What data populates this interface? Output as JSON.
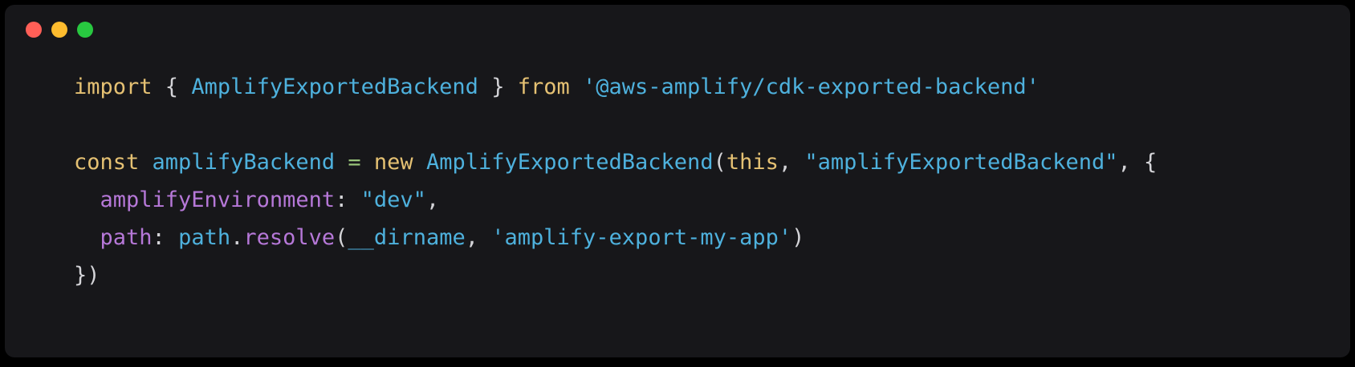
{
  "window": {
    "background": "#17171a",
    "frame": "#000000",
    "traffic_lights": [
      {
        "name": "close-button",
        "color": "#ff5f57"
      },
      {
        "name": "minimize-button",
        "color": "#febc2e"
      },
      {
        "name": "zoom-button",
        "color": "#28c840"
      }
    ]
  },
  "code": {
    "colors": {
      "keyword": "#e5c173",
      "identifier": "#4eb1dd",
      "string": "#4eb1dd",
      "property": "#b678d8",
      "method": "#b678d8",
      "operator": "#98c379",
      "punctuation": "#d4d4d8"
    },
    "lines": [
      {
        "tokens": [
          {
            "t": "import ",
            "c": "keyword"
          },
          {
            "t": "{ ",
            "c": "punctuation"
          },
          {
            "t": "AmplifyExportedBackend",
            "c": "identifier"
          },
          {
            "t": " } ",
            "c": "punctuation"
          },
          {
            "t": "from ",
            "c": "keyword"
          },
          {
            "t": "'@aws-amplify/cdk-exported-backend'",
            "c": "string"
          }
        ]
      },
      {
        "tokens": []
      },
      {
        "tokens": [
          {
            "t": "const ",
            "c": "keyword"
          },
          {
            "t": "amplifyBackend",
            "c": "identifier"
          },
          {
            "t": " ",
            "c": "punctuation"
          },
          {
            "t": "=",
            "c": "operator"
          },
          {
            "t": " ",
            "c": "punctuation"
          },
          {
            "t": "new ",
            "c": "keyword"
          },
          {
            "t": "AmplifyExportedBackend",
            "c": "identifier"
          },
          {
            "t": "(",
            "c": "punctuation"
          },
          {
            "t": "this",
            "c": "keyword"
          },
          {
            "t": ", ",
            "c": "punctuation"
          },
          {
            "t": "\"amplifyExportedBackend\"",
            "c": "string"
          },
          {
            "t": ", {",
            "c": "punctuation"
          }
        ]
      },
      {
        "tokens": [
          {
            "t": "  ",
            "c": "punctuation"
          },
          {
            "t": "amplifyEnvironment",
            "c": "property"
          },
          {
            "t": ": ",
            "c": "punctuation"
          },
          {
            "t": "\"dev\"",
            "c": "string"
          },
          {
            "t": ",",
            "c": "punctuation"
          }
        ]
      },
      {
        "tokens": [
          {
            "t": "  ",
            "c": "punctuation"
          },
          {
            "t": "path",
            "c": "property"
          },
          {
            "t": ": ",
            "c": "punctuation"
          },
          {
            "t": "path",
            "c": "identifier"
          },
          {
            "t": ".",
            "c": "punctuation"
          },
          {
            "t": "resolve",
            "c": "method"
          },
          {
            "t": "(",
            "c": "punctuation"
          },
          {
            "t": "__dirname",
            "c": "identifier"
          },
          {
            "t": ", ",
            "c": "punctuation"
          },
          {
            "t": "'amplify-export-my-app'",
            "c": "string"
          },
          {
            "t": ")",
            "c": "punctuation"
          }
        ]
      },
      {
        "tokens": [
          {
            "t": "})",
            "c": "punctuation"
          }
        ]
      }
    ]
  }
}
